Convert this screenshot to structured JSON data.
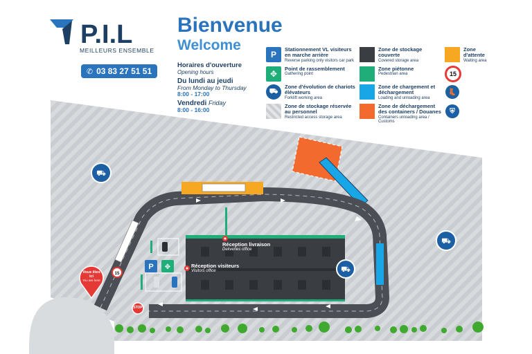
{
  "brand": {
    "logo_text": "P.I.L",
    "tagline": "MEILLEURS ENSEMBLE",
    "phone": "03 83 27 51 51",
    "colors": {
      "primary": "#2a73bd",
      "dark": "#1d3f63"
    }
  },
  "welcome": {
    "fr": "Bienvenue",
    "en": "Welcome"
  },
  "hours": {
    "title_fr": "Horaires d'ouverture",
    "title_en": "Opening hours",
    "mon_thu_fr": "Du lundi au jeudi",
    "mon_thu_en": "From Monday to Thursday",
    "mon_thu_time": "8:00 - 17:00",
    "fri_fr": "Vendredi",
    "fri_en": "Friday",
    "fri_time": "8:00 - 16:00"
  },
  "legend": [
    {
      "icon": "parking-icon",
      "fr": "Stationnement VL visiteurs en marche arrière",
      "en": "Reverse parking only visitors car park"
    },
    {
      "icon": "gathering-point-icon",
      "fr": "Point de rassemblement",
      "en": "Gathering point"
    },
    {
      "icon": "forklift-icon",
      "fr": "Zone d'évolution de chariots élévateurs",
      "en": "Forklift working area"
    },
    {
      "icon": "hatched-swatch",
      "fr": "Zone de stockage réservée au personnel",
      "en": "Restricted access storage area"
    },
    {
      "icon": "dark-swatch",
      "fr": "Zone de stockage couverte",
      "en": "Covered storage area",
      "color": "#3a3d42"
    },
    {
      "icon": "green-swatch",
      "fr": "Zone piétonne",
      "en": "Pedestrian area",
      "color": "#1fae7a"
    },
    {
      "icon": "cyan-swatch",
      "fr": "Zone de chargement et déchargement",
      "en": "Loading and unloading area",
      "color": "#19a6e6"
    },
    {
      "icon": "orange-swatch",
      "fr": "Zone de déchargement des containers / Douanes",
      "en": "Containers unloading area / Customs",
      "color": "#f26a2e"
    },
    {
      "icon": "yellow-swatch",
      "fr": "Zone d'attente",
      "en": "Waiting area",
      "color": "#f7a823"
    },
    {
      "icon": "speed-limit-icon",
      "value": "15"
    },
    {
      "icon": "safety-shoe-icon"
    },
    {
      "icon": "vest-icon"
    }
  ],
  "map": {
    "delivery_fr": "Réception livraison",
    "delivery_en": "Deliveries office",
    "visitors_fr": "Réception visiteurs",
    "visitors_en": "Visitors office",
    "you_are_here_fr": "Vous êtes ici",
    "you_are_here_en": "You are here",
    "stop_sign": "STOP"
  }
}
